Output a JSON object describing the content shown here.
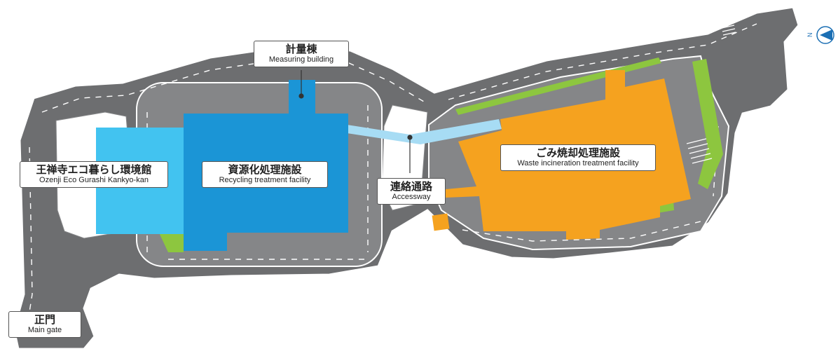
{
  "colors": {
    "road": "#6d6e70",
    "road_light": "#858688",
    "road_edge": "#ffffff",
    "lane_marking": "#ffffff",
    "recycling": "#1b95d6",
    "eco_house": "#42c3f0",
    "accessway": "#a7dcf4",
    "incineration": "#f5a21f",
    "green": "#8dc63f",
    "leader_line": "#333333"
  },
  "labels": {
    "measuring": {
      "jp": "計量棟",
      "en": "Measuring building"
    },
    "eco_house": {
      "jp": "王禅寺エコ暮らし環境館",
      "en": "Ozenji Eco Gurashi Kankyo-kan"
    },
    "recycling": {
      "jp": "資源化処理施設",
      "en": "Recycling treatment facility"
    },
    "accessway": {
      "jp": "連絡通路",
      "en": "Accessway"
    },
    "incineration": {
      "jp": "ごみ焼却処理施設",
      "en": "Waste incineration treatment facility"
    },
    "main_gate": {
      "jp": "正門",
      "en": "Main gate"
    }
  },
  "compass": {
    "letter": "N",
    "icon": "north-arrow-icon"
  }
}
